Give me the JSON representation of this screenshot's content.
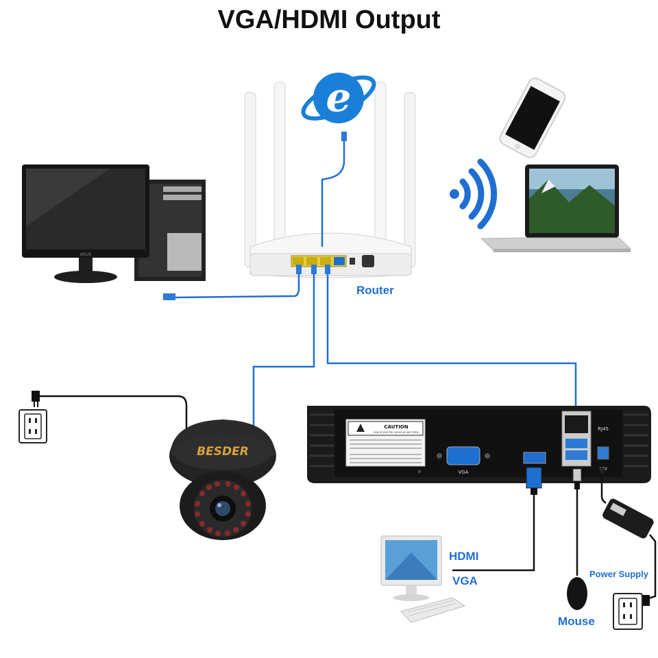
{
  "title": "VGA/HDMI Output",
  "labels": {
    "router": "Router",
    "hdmi": "HDMI",
    "vga": "VGA",
    "power_supply": "Power Supply",
    "mouse": "Mouse"
  },
  "nvr_labels": {
    "vga_port": "VGA",
    "rj45": "RJ45",
    "voltage": "12V",
    "caution_title": "CAUTION",
    "caution_sub": "RISK OF ELECTRIC SHOCK DO NOT OPEN"
  },
  "camera_brand": "BESDER",
  "monitor_brand": "ASUS",
  "colors": {
    "cable_blue": "#1f6fd1",
    "label_blue": "#1f6fd1",
    "device_black": "#1b1b1b",
    "ie_blue": "#1a7fd8"
  }
}
